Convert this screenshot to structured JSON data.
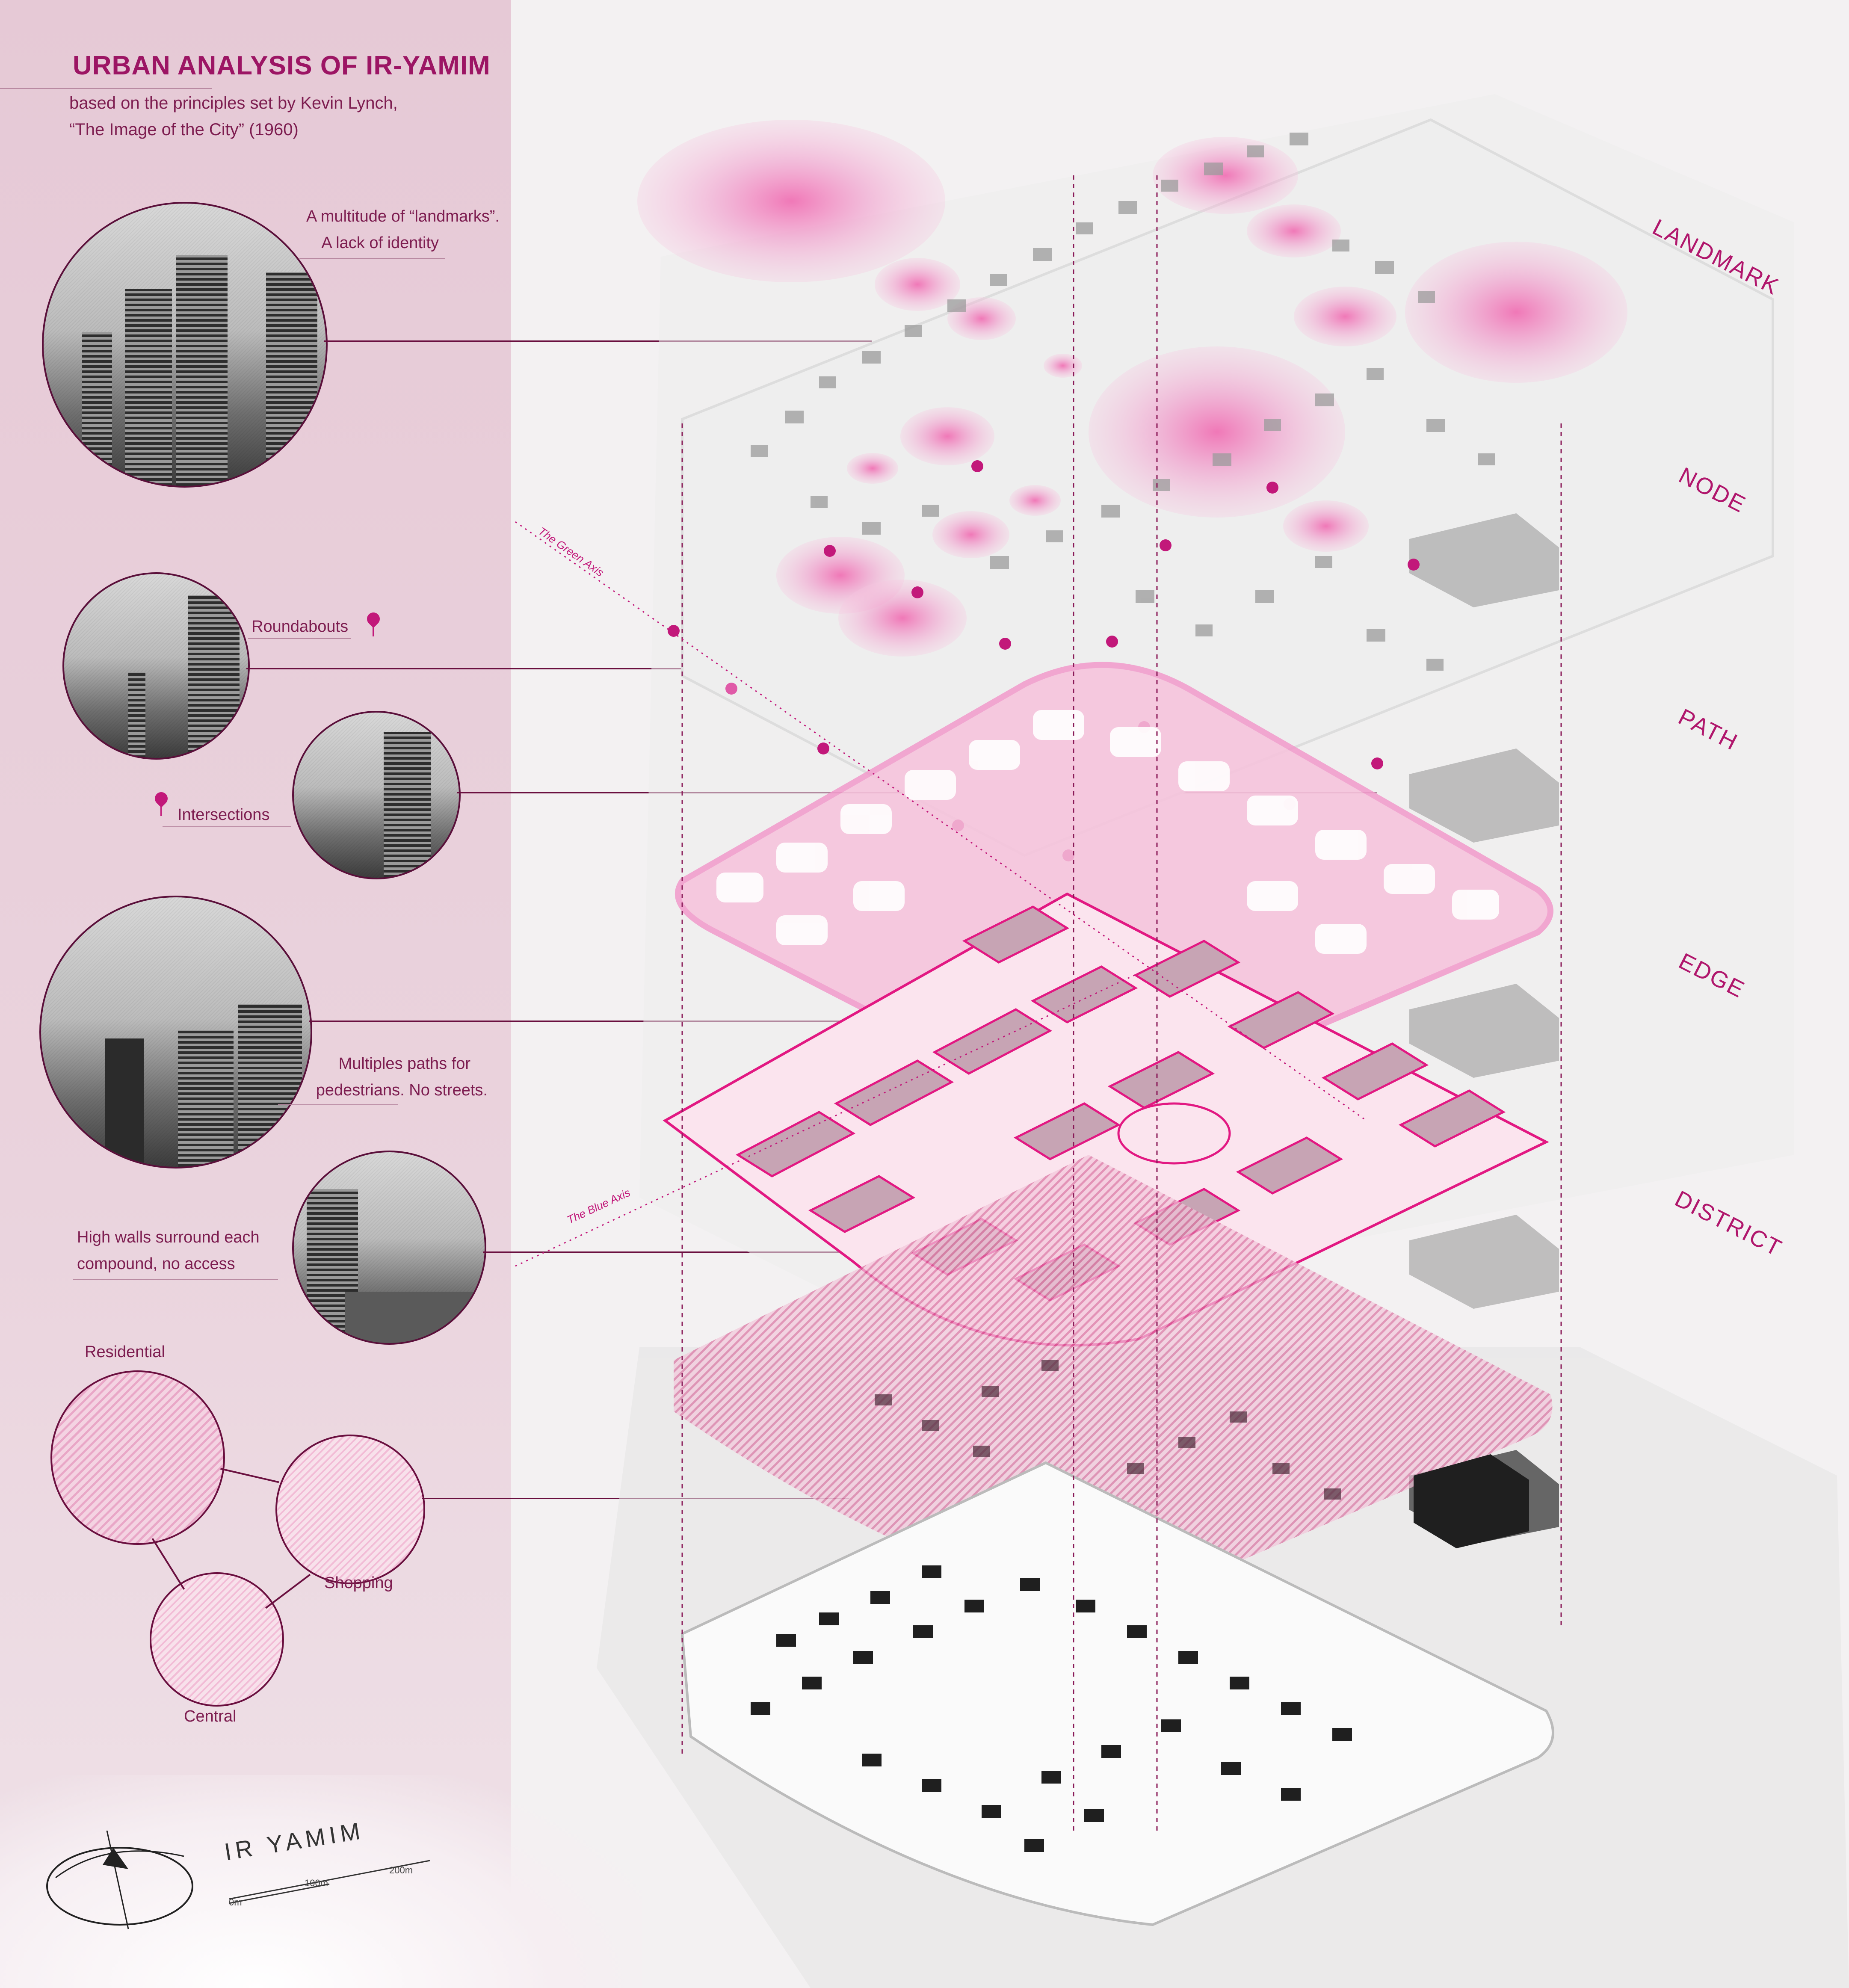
{
  "header": {
    "title": "URBAN ANALYSIS OF IR-YAMIM",
    "subtitle_line1": "based on the principles set by Kevin Lynch,",
    "subtitle_line2": "“The Image of the City” (1960)"
  },
  "captions": {
    "landmark_line1": "A multitude of “landmarks”.",
    "landmark_line2": "A lack of identity",
    "roundabouts": "Roundabouts",
    "intersections": "Intersections",
    "paths_line1": "Multiples paths for",
    "paths_line2": "pedestrians. No streets.",
    "walls_line1": "High walls surround each",
    "walls_line2": "compound, no access"
  },
  "legend": {
    "residential": "Residential",
    "shopping": "Shopping",
    "central": "Central"
  },
  "layers": {
    "landmark": "LANDMARK",
    "node": "NODE",
    "path": "PATH",
    "edge": "EDGE",
    "district": "DISTRICT"
  },
  "axes": {
    "green": "The Green Axis",
    "blue": "The Blue Axis"
  },
  "logo": {
    "name": "IR YAMIM",
    "scale_0": "0m",
    "scale_100": "100m",
    "scale_200": "200m"
  },
  "colors": {
    "accent": "#c2187a",
    "accent_light": "#f0a6cc",
    "panel": "#e6c9d6",
    "building": "#8c8c8c"
  }
}
